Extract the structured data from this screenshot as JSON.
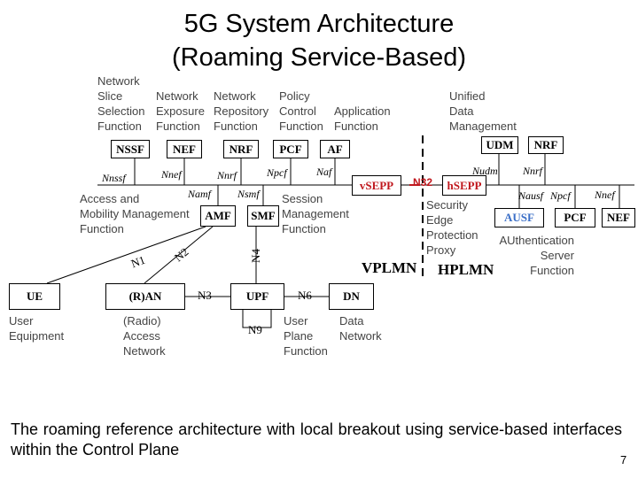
{
  "title": {
    "line1": "5G System Architecture",
    "line2": "(Roaming Service-Based)"
  },
  "labels": {
    "nssf": [
      "Network",
      "Slice",
      "Selection",
      "Function"
    ],
    "nef": [
      "Network",
      "Exposure",
      "Function"
    ],
    "nrf": [
      "Network",
      "Repository",
      "Function"
    ],
    "pcf": [
      "Policy",
      "Control",
      "Function"
    ],
    "af": [
      "Application",
      "Function"
    ],
    "udm": [
      "Unified",
      "Data",
      "Management"
    ],
    "amf": [
      "Access and",
      "Mobility Management",
      "Function"
    ],
    "smf": [
      "Session",
      "Management",
      "Function"
    ],
    "sepp": [
      "Security",
      "Edge",
      "Protection",
      "Proxy"
    ],
    "ausf": [
      "AUthentication",
      "Server",
      "Function"
    ],
    "ue": [
      "User",
      "Equipment"
    ],
    "ran": [
      "(Radio)",
      "Access",
      "Network"
    ],
    "upf": [
      "User",
      "Plane",
      "Function"
    ],
    "dn": [
      "Data",
      "Network"
    ]
  },
  "boxes": {
    "nssf": "NSSF",
    "nef": "NEF",
    "nrf_v": "NRF",
    "pcf_v": "PCF",
    "af": "AF",
    "vsepp": "vSEPP",
    "hsepp": "hSEPP",
    "udm": "UDM",
    "nrf_h": "NRF",
    "amf": "AMF",
    "smf": "SMF",
    "ausf": "AUSF",
    "pcf_h": "PCF",
    "nef_h": "NEF",
    "ue": "UE",
    "ran": "(R)AN",
    "upf": "UPF",
    "dn": "DN"
  },
  "interfaces": {
    "nnssf": "Nnssf",
    "nnef": "Nnef",
    "nnrf_v": "Nnrf",
    "npcf_v": "Npcf",
    "naf": "Naf",
    "namf": "Namf",
    "nsmf": "Nsmf",
    "nudm": "Nudm",
    "nnrf_h": "Nnrf",
    "nausf": "Nausf",
    "npcf_h": "Npcf",
    "nnef_h": "Nnef",
    "n32": "N32",
    "n1": "N1",
    "n2": "N2",
    "n4": "N4",
    "n3": "N3",
    "n6": "N6",
    "n9": "N9"
  },
  "network_labels": {
    "vplmn": "VPLMN",
    "hplmn": "HPLMN"
  },
  "caption": "The roaming reference architecture with local breakout using service-based interfaces within the Control Plane",
  "page_number": "7",
  "colors": {
    "accent_red": "#c0181e",
    "accent_blue": "#3b6fc7"
  }
}
